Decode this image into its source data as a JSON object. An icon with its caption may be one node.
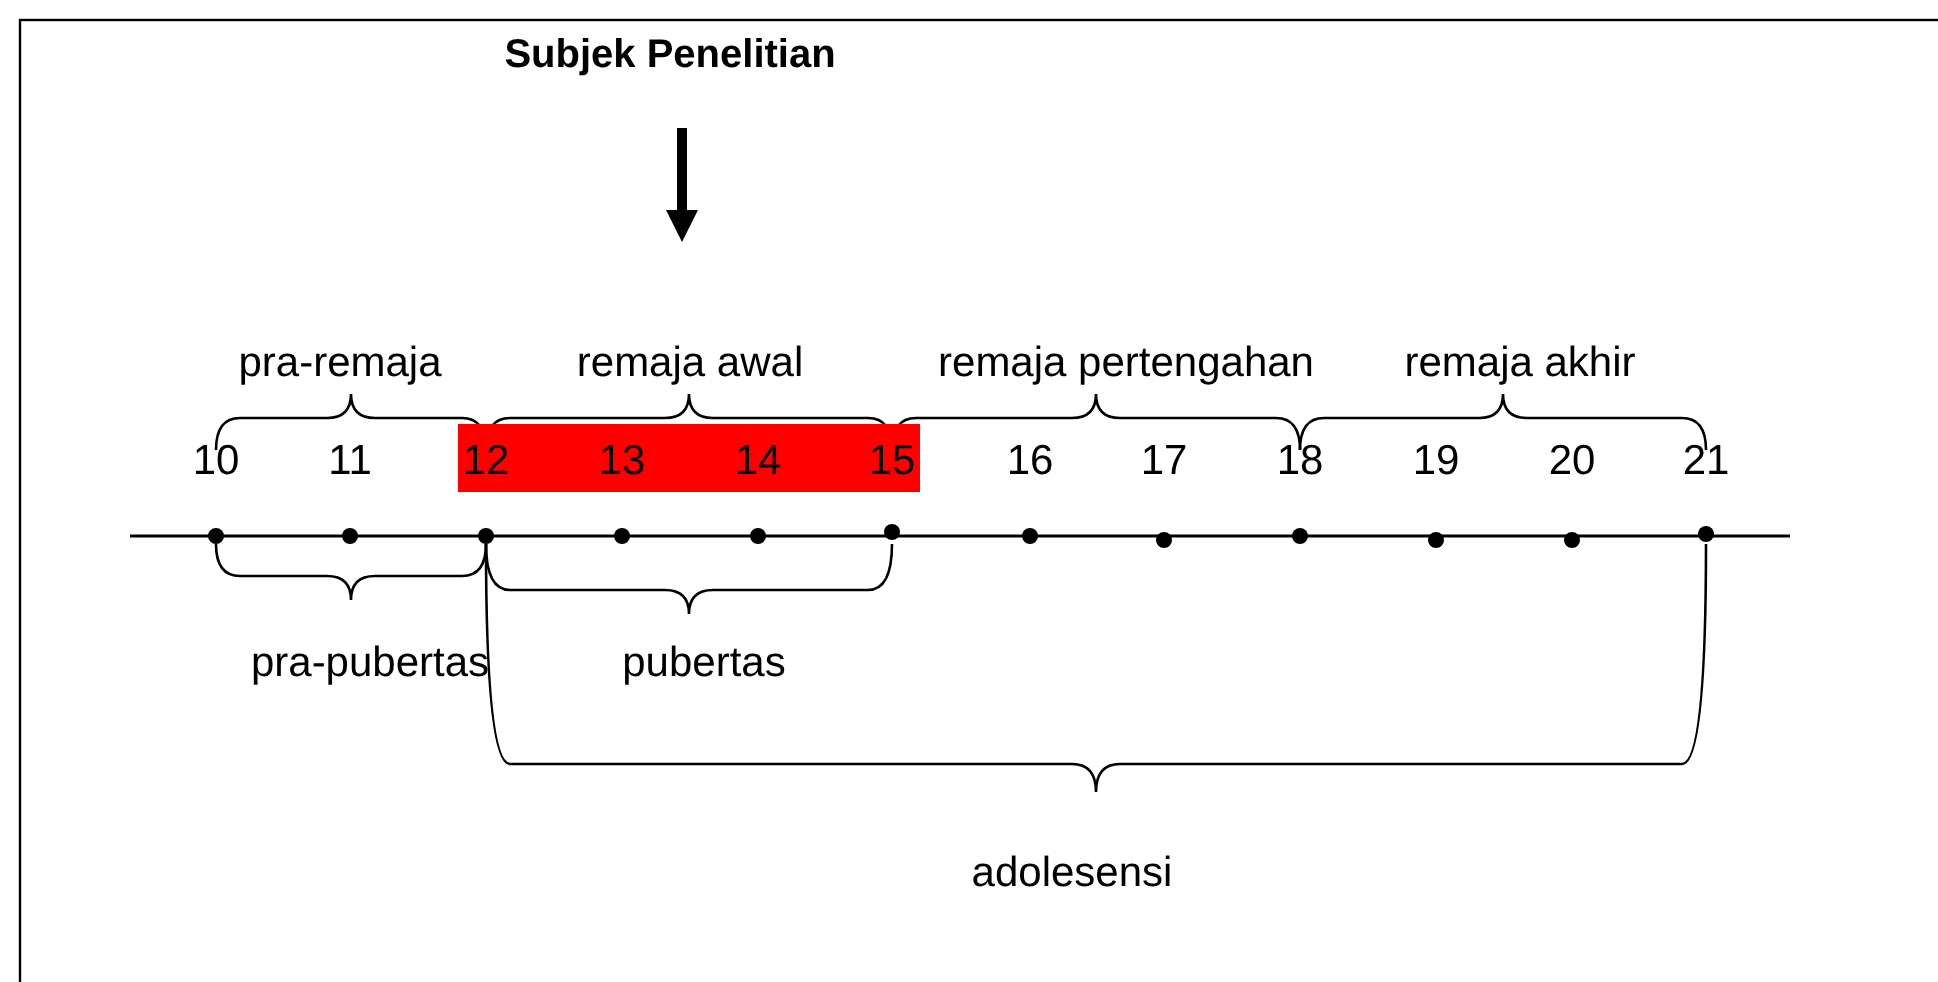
{
  "diagram": {
    "nodes": [
      {
        "text": [],
        "shape": "bar"
      }
    ],
    "labels": [
      "Subjek Penelitian",
      "pra-remaja",
      "remaja awal",
      "remaja pertengahan",
      "remaja akhir",
      "10",
      "11",
      "12",
      "13",
      "14",
      "15",
      "16",
      "17",
      "18",
      "19",
      "20",
      "21",
      "pra-pubertas",
      "pubertas",
      "adolesensi"
    ]
  }
}
